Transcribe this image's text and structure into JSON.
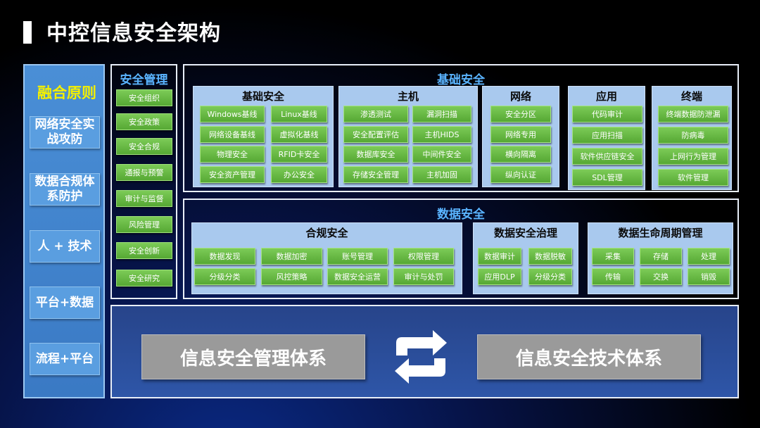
{
  "title": "中控信息安全架构",
  "principles": {
    "title": "融合原则",
    "items": [
      "网络安全实战攻防",
      "数据合规体系防护",
      "人 + 技术",
      "平台+数据",
      "流程+平台"
    ]
  },
  "management": {
    "title": "安全管理",
    "items": [
      "安全组织",
      "安全政策",
      "安全合规",
      "通报与预警",
      "审计与监督",
      "风险管理",
      "安全创新",
      "安全研究"
    ]
  },
  "basic_security": {
    "title": "基础安全",
    "groups": [
      {
        "title": "基础安全",
        "items": [
          "Windows基线",
          "Linux基线",
          "网络设备基线",
          "虚拟化基线",
          "物理安全",
          "RFID卡安全",
          "安全资产管理",
          "办公安全"
        ]
      },
      {
        "title": "主机",
        "items": [
          "渗透测试",
          "漏洞扫描",
          "安全配置评估",
          "主机HIDS",
          "数据库安全",
          "中间件安全",
          "存储安全管理",
          "主机加固"
        ]
      },
      {
        "title": "网络",
        "items": [
          "安全分区",
          "网络专用",
          "横向隔离",
          "纵向认证"
        ]
      },
      {
        "title": "应用",
        "items": [
          "代码审计",
          "应用扫描",
          "软件供应链安全",
          "SDL管理"
        ]
      },
      {
        "title": "终端",
        "items": [
          "终端数据防泄漏",
          "防病毒",
          "上网行为管理",
          "软件管理"
        ]
      }
    ]
  },
  "data_security": {
    "title": "数据安全",
    "groups": [
      {
        "title": "合规安全",
        "items": [
          "数据发现",
          "数据加密",
          "账号管理",
          "权限管理",
          "分级分类",
          "风控策略",
          "数据安全运营",
          "审计与处罚"
        ]
      },
      {
        "title": "数据安全治理",
        "items": [
          "数据审计",
          "数据脱敏",
          "应用DLP",
          "分级分类"
        ]
      },
      {
        "title": "数据生命周期管理",
        "items": [
          "采集",
          "存储",
          "处理",
          "传输",
          "交换",
          "销毁"
        ]
      }
    ]
  },
  "systems": {
    "left": "信息安全管理体系",
    "right": "信息安全技术体系",
    "cycle_icon": "cycle-arrows-icon"
  }
}
